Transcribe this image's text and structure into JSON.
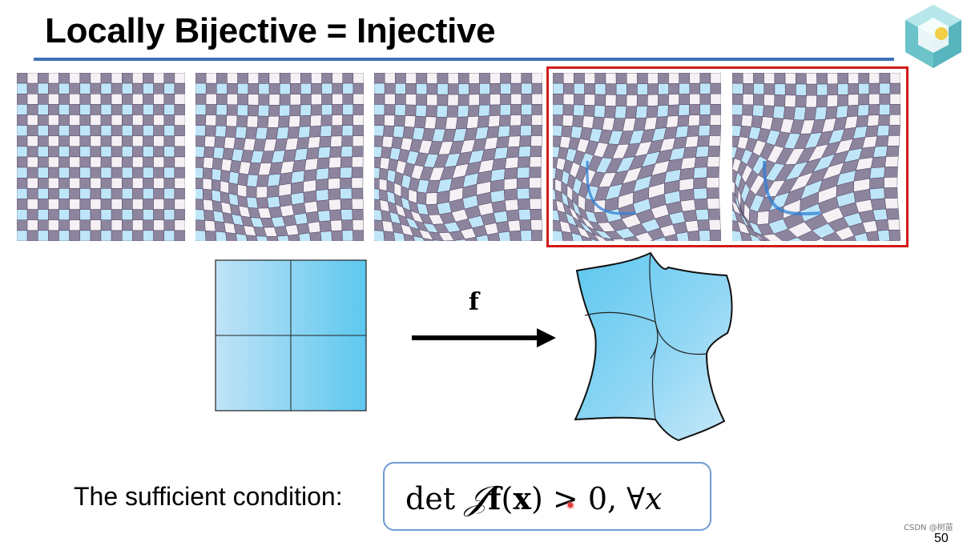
{
  "slide": {
    "title": "Locally Bijective = Injective",
    "page_number": "50"
  },
  "colors": {
    "title_rule": "#3f72b6",
    "highlight_border": "#d11a1a",
    "checker_light": "#bfe6f8",
    "checker_dark": "#8d849d",
    "checker_white": "#f4f0f4",
    "grid_line": "#3a2a4a",
    "shape_fill_start": "#bfe3f7",
    "shape_fill_end": "#5ec8ef",
    "formula_border": "#6f9bd1"
  },
  "deformation_sequence": {
    "panel_count": 5,
    "highlighted_panels": [
      4,
      5
    ],
    "panels": [
      {
        "name": "undeformed-grid"
      },
      {
        "name": "slight-deformation-grid"
      },
      {
        "name": "moderate-deformation-grid"
      },
      {
        "name": "fold-starting-grid"
      },
      {
        "name": "fold-overlapping-grid"
      }
    ]
  },
  "mapping_diagram": {
    "map_label": "f",
    "arrow_icon": "right-arrow-icon"
  },
  "condition": {
    "caption": "The sufficient condition:",
    "formula": {
      "det": "det",
      "jacobian": "𝒥",
      "f": "f",
      "open": "(",
      "x": "x",
      "close": ")",
      "rest": " > 0, ∀",
      "var": "x"
    }
  },
  "watermark": "CSDN @树苗"
}
